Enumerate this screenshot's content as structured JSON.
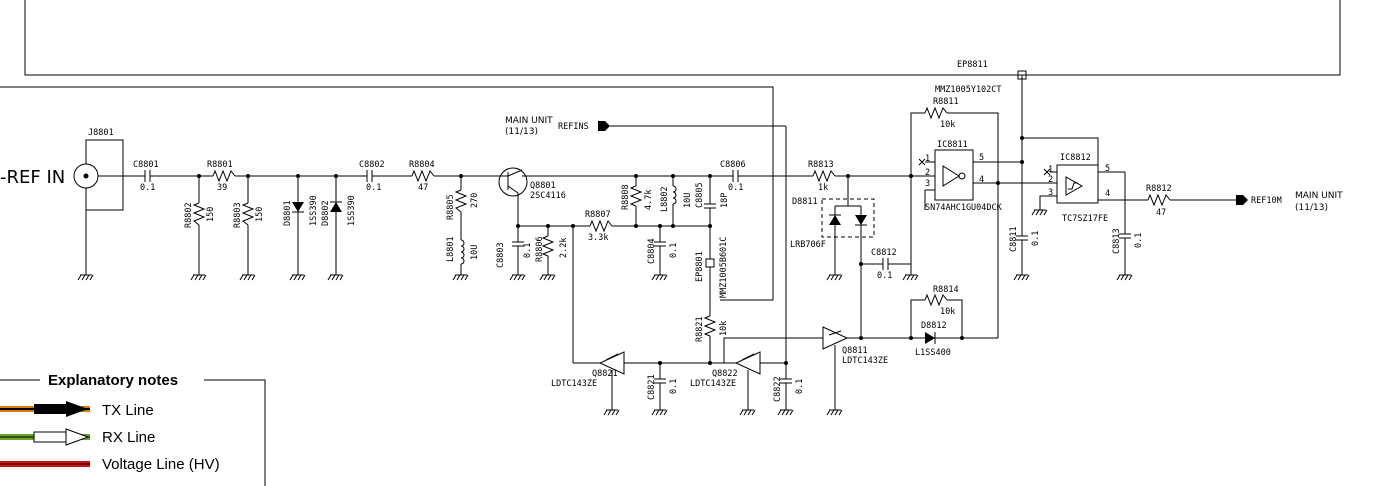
{
  "connector": {
    "input_label": "-REF IN",
    "jack": "J8801"
  },
  "main_unit": {
    "label_left": "MAIN UNIT",
    "page_left": "(11/13)",
    "signal_in": "REFINS",
    "label_right": "MAIN UNIT",
    "page_right": "(11/13)",
    "signal_out": "REF10M"
  },
  "components": {
    "c8801": {
      "ref": "C8801",
      "value": "0.1"
    },
    "r8801": {
      "ref": "R8801",
      "value": "39"
    },
    "r8802": {
      "ref": "R8802",
      "value": "150"
    },
    "r8803": {
      "ref": "R8803",
      "value": "150"
    },
    "d8801": {
      "ref": "D8801",
      "value": "1SS390"
    },
    "d8802": {
      "ref": "D8802",
      "value": "1SS390"
    },
    "c8802": {
      "ref": "C8802",
      "value": "0.1"
    },
    "r8804": {
      "ref": "R8804",
      "value": "47"
    },
    "r8805": {
      "ref": "R8805",
      "value": "270"
    },
    "l8801": {
      "ref": "L8801",
      "value": "10U"
    },
    "q8801": {
      "ref": "Q8801",
      "value": "2SC4116"
    },
    "c8803": {
      "ref": "C8803",
      "value": "0.1"
    },
    "r8806": {
      "ref": "R8806",
      "value": "2.2k"
    },
    "r8807": {
      "ref": "R8807",
      "value": "3.3k"
    },
    "r8808": {
      "ref": "R8808",
      "value": "4.7k"
    },
    "l8802": {
      "ref": "L8802",
      "value": "10U"
    },
    "c8804": {
      "ref": "C8804",
      "value": "0.1"
    },
    "c8805": {
      "ref": "C8805",
      "value": "18P"
    },
    "ep8801": {
      "ref": "EP8801",
      "value": "MMZ1005B601C"
    },
    "c8806": {
      "ref": "C8806",
      "value": "0.1"
    },
    "r8813": {
      "ref": "R8813",
      "value": "1k"
    },
    "d8811": {
      "ref": "D8811",
      "value": "LRB706F"
    },
    "c8812": {
      "ref": "C8812",
      "value": "0.1"
    },
    "ep8811": {
      "ref": "EP8811",
      "value": "MMZ1005Y102CT"
    },
    "r8811": {
      "ref": "R8811",
      "value": "10k"
    },
    "ic8811": {
      "ref": "IC8811",
      "value": "SN74AHC1GU04DCK"
    },
    "c8811": {
      "ref": "C8811",
      "value": "0.1"
    },
    "ic8812": {
      "ref": "IC8812",
      "value": "TC7SZ17FE"
    },
    "c8813": {
      "ref": "C8813",
      "value": "0.1"
    },
    "r8812": {
      "ref": "R8812",
      "value": "47"
    },
    "r8814": {
      "ref": "R8814",
      "value": "10k"
    },
    "d8812": {
      "ref": "D8812",
      "value": "L1SS400"
    },
    "q8811": {
      "ref": "Q8811",
      "value": "LDTC143ZE"
    },
    "r8821": {
      "ref": "R8821",
      "value": "10k"
    },
    "q8821": {
      "ref": "Q8821",
      "value": "LDTC143ZE"
    },
    "c8821": {
      "ref": "C8821",
      "value": "0.1"
    },
    "q8822": {
      "ref": "Q8822",
      "value": "LDTC143ZE"
    },
    "c8822": {
      "ref": "C8822",
      "value": "0.1"
    }
  },
  "pins": {
    "p1": "1",
    "p2": "2",
    "p3": "3",
    "p4": "4",
    "p5": "5"
  },
  "legend": {
    "title": "Explanatory notes",
    "items": [
      {
        "label": "TX Line",
        "color": "#e07b00"
      },
      {
        "label": "RX Line",
        "color": "#6aa32a"
      },
      {
        "label": "Voltage Line (HV)",
        "color": "#cc1111"
      }
    ]
  }
}
